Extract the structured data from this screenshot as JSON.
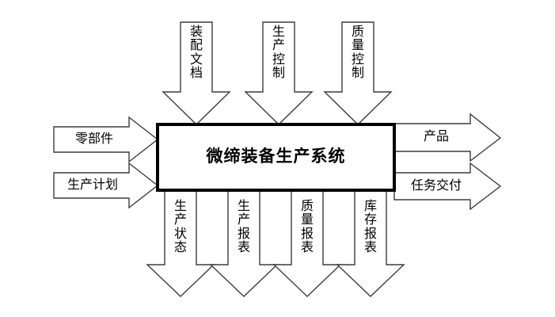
{
  "diagram": {
    "type": "IDEF0 process block diagram",
    "background_color": "#ffffff",
    "line_color": "#3c3c3c",
    "box_border_color": "#000000",
    "text_color": "#000000",
    "center": {
      "label": "微缔装备生产系统"
    },
    "inputs_top": [
      {
        "label": "装配文档",
        "chars": [
          "装",
          "配",
          "文",
          "档"
        ]
      },
      {
        "label": "生产控制",
        "chars": [
          "生",
          "产",
          "控",
          "制"
        ]
      },
      {
        "label": "质量控制",
        "chars": [
          "质",
          "量",
          "控",
          "制"
        ]
      }
    ],
    "inputs_left": [
      {
        "label": "零部件"
      },
      {
        "label": "生产计划"
      }
    ],
    "outputs_right": [
      {
        "label": "产品"
      },
      {
        "label": "任务交付"
      }
    ],
    "outputs_bottom": [
      {
        "label": "生产状态",
        "chars": [
          "生",
          "产",
          "状",
          "态"
        ]
      },
      {
        "label": "生产报表",
        "chars": [
          "生",
          "产",
          "报",
          "表"
        ]
      },
      {
        "label": "质量报表",
        "chars": [
          "质",
          "量",
          "报",
          "表"
        ]
      },
      {
        "label": "库存报表",
        "chars": [
          "库",
          "存",
          "报",
          "表"
        ]
      }
    ]
  }
}
